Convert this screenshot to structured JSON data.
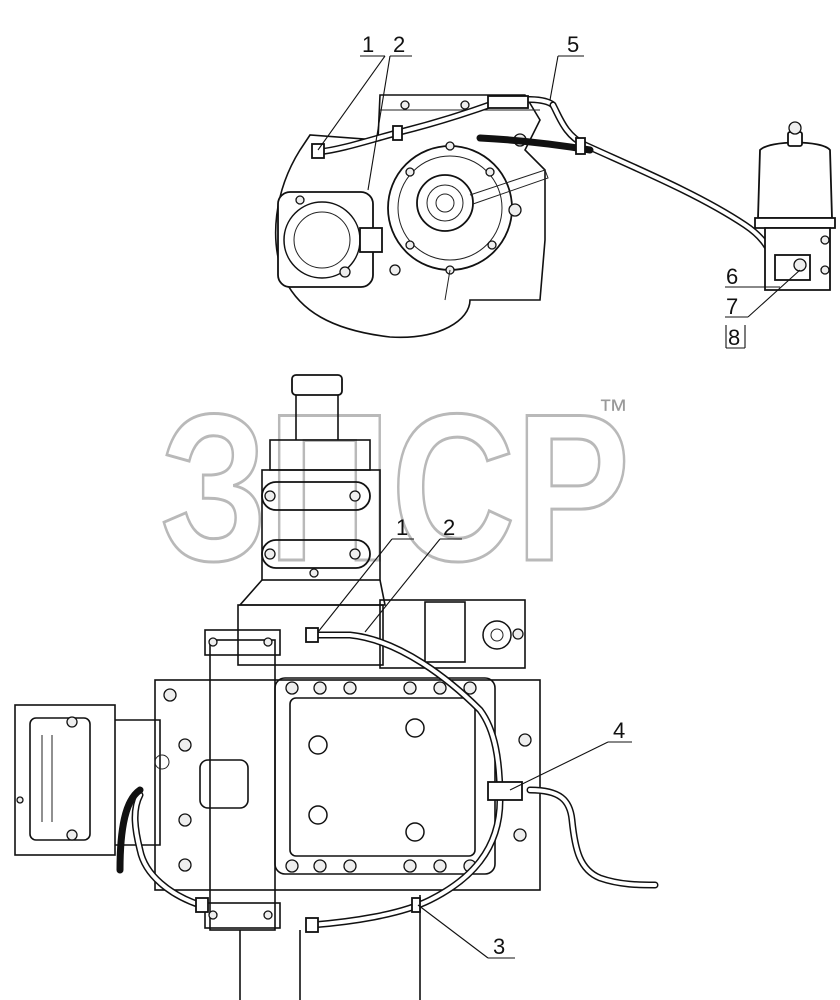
{
  "watermark": {
    "text": "ЗПСР",
    "trademark": "™"
  },
  "callouts_top": [
    "1",
    "2",
    "5",
    "6",
    "7",
    "8"
  ],
  "callouts_bottom": [
    "1",
    "2",
    "4",
    "3"
  ],
  "colors": {
    "line": "#111111",
    "watermark": "#b9b9b9",
    "background": "#ffffff"
  }
}
